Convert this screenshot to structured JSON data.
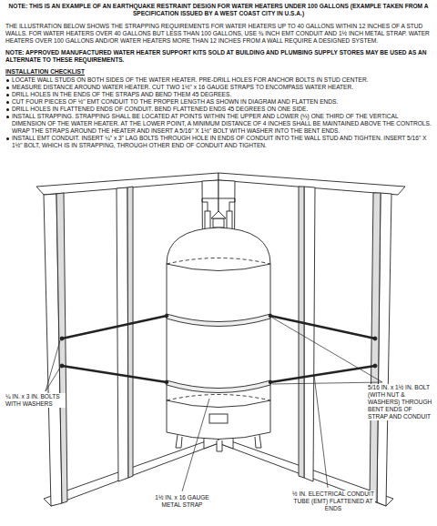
{
  "diagram": {
    "title": "NOTE: THIS IS AN EXAMPLE OF AN EARTHQUAKE RESTRAINT DESIGN FOR WATER HEATERS UNDER 100 GALLONS (EXAMPLE TAKEN FROM A SPECIFICATION ISSUED BY A WEST COAST CITY IN U.S.A.)",
    "labels": [
      "THE ILLUSTRATION BELOW SHOWS THE STRAPPING REQUIREMENTS FOR WATER HEATERS UP TO 40 GALLONS WITHIN 12 INCHES OF A STUD WALLS. FOR WATER HEATERS OVER 40 GALLONS BUT LESS THAN 100 GALLONS, USE ¾ INCH EMT CONDUIT AND 1½ INCH METAL STRAP. WATER HEATERS OVER 100 GALLONS AND/OR WATER HEATERS MORE THAN 12 INCHES FROM A WALL REQUIRE A DESIGNED SYSTEM.",
      "NOTE: APPROVED MANUFACTURED WATER HEATER SUPPORT KITS SOLD AT BUILDING AND PLUMBING SUPPLY STORES MAY BE USED AS AN ALTERNATE TO THESE REQUIREMENTS.",
      "INSTALLATION CHECKLIST",
      "LOCATE WALL STUDS ON BOTH SIDES OF THE WATER HEATER. PRE-DRILL HOLES FOR ANCHOR BOLTS IN STUD CENTER.",
      "MEASURE DISTANCE AROUND WATER HEATER. CUT TWO 1½\" x 16 GAUGE STRAPS TO ENCOMPASS WATER HEATER.",
      "DRILL HOLES IN THE ENDS OF THE STRAPS AND BEND THEM 45 DEGREES.",
      "CUT FOUR PIECES OF ½\" EMT CONDUIT TO THE PROPER LENGTH AS SHOWN IN DIAGRAM AND FLATTEN ENDS.",
      "DRILL HOLES IN FLATTENED ENDS OF CONDUIT. BEND FLATTENED ENDS 45 DEGREES ON ONE SIDE.",
      "INSTALL STRAPPING. STRAPPING SHALL BE LOCATED AT POINTS WITHIN THE UPPER AND LOWER (⅓) ONE THIRD OF THE VERTICAL DIMENSION OF THE WATER HEATER. AT THE LOWER POINT, A MINIMUM DISTANCE OF 4 INCHES SHALL BE MAINTAINED ABOVE THE CONTROLS. WRAP THE STRAPS AROUND THE HEATER AND INSERT A 5/16\" X 1½\" BOLT WITH WASHER INTO THE BENT ENDS.",
      "INSTALL EMT CONDUIT. INSERT ¼\" x 3\" LAG BOLTS THROUGH HOLE IN ENDS OF CONDUIT INTO THE WALL STUD AND TIGHTEN. INSERT 5/16\" X 1½\" BOLT, WHICH IS IN STRAPPING, THROUGH OTHER END OF CONDUIT AND TIGHTEN.",
      "¼ IN. x 3 IN. BOLTS WITH WASHERS",
      "5/16 IN. x 1½ IN. BOLT (WITH NUT & WASHERS) THROUGH BENT ENDS OF STRAP AND CONDUIT",
      "1½ IN. x 16 GAUGE METAL STRAP",
      "½ IN. ELECTRICAL CONDUIT TUBE (EMT) FLATTENED AT ENDS"
    ]
  }
}
